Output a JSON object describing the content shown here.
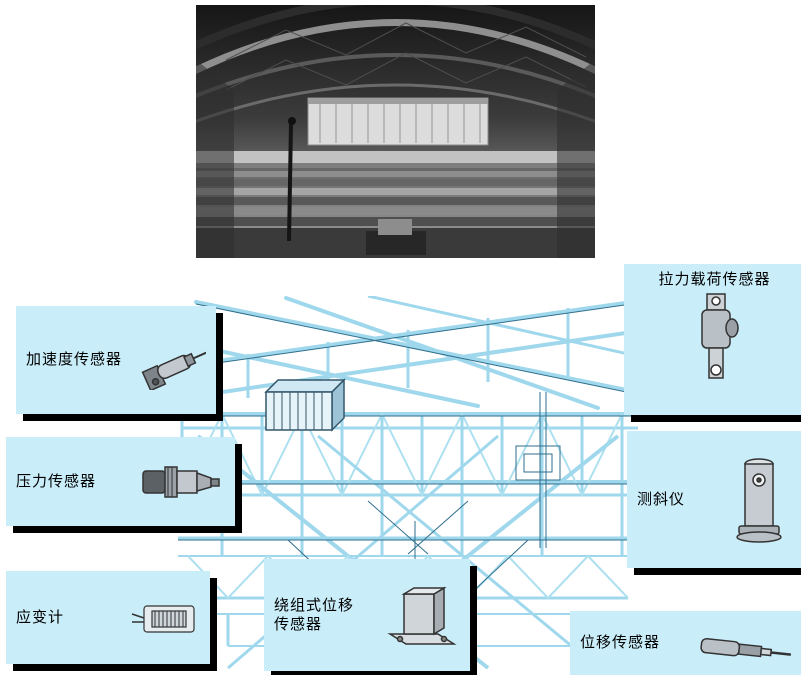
{
  "colors": {
    "page_background": "#ffffff",
    "callout_background": "#c9edf9",
    "callout_shadow": "#000000",
    "truss_member": "#9fd8ec"
  },
  "callouts": [
    {
      "id": "accelerometer",
      "label": "加速度传感器"
    },
    {
      "id": "pressure-sensor",
      "label": "压力传感器"
    },
    {
      "id": "strain-gauge",
      "label": "应变计"
    },
    {
      "id": "winding-displacement-sensor",
      "label_line1": "绕组式位移",
      "label_line2": "传感器"
    },
    {
      "id": "tension-load-sensor",
      "label": "拉力载荷传感器"
    },
    {
      "id": "inclinometer",
      "label": "测斜仪"
    },
    {
      "id": "displacement-sensor",
      "label": "位移传感器"
    }
  ]
}
